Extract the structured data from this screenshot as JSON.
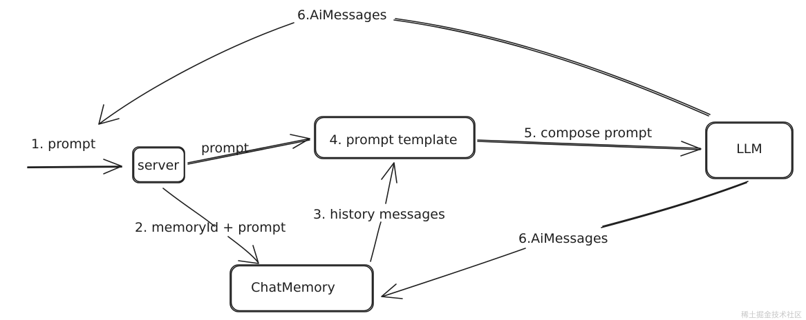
{
  "nodes": {
    "server": "server",
    "prompt_template": "4. prompt template",
    "llm": "LLM",
    "chat_memory": "ChatMemory"
  },
  "edges": {
    "input_prompt": "1. prompt",
    "server_to_template": "prompt",
    "server_to_memory": "2. memoryId + prompt",
    "memory_to_template": "3. history messages",
    "template_to_llm": "5. compose prompt",
    "llm_to_server": "6.AiMessages",
    "llm_to_memory": "6.AiMessages"
  },
  "watermark": "稀土掘金技术社区"
}
